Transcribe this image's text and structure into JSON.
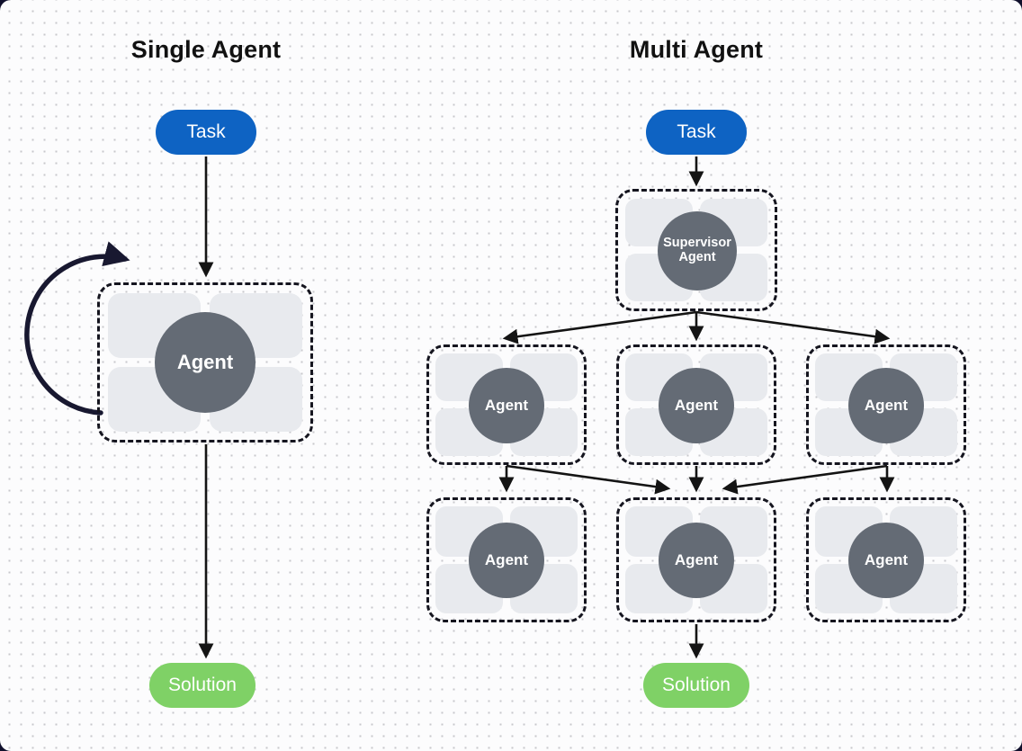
{
  "diagram": {
    "single": {
      "title": "Single Agent",
      "task_label": "Task",
      "agent_label": "Agent",
      "solution_label": "Solution"
    },
    "multi": {
      "title": "Multi Agent",
      "task_label": "Task",
      "supervisor": {
        "line1": "Supervisor",
        "line2": "Agent"
      },
      "row1": [
        "Agent",
        "Agent",
        "Agent"
      ],
      "row2": [
        "Agent",
        "Agent",
        "Agent"
      ],
      "solution_label": "Solution"
    },
    "colors": {
      "task_blue": "#0e63c3",
      "solution_green": "#7fd166",
      "agent_circle_gray": "#646b75",
      "tile_gray": "#e8eaee",
      "connector_black": "#141414",
      "loop_navy": "#181830"
    }
  }
}
